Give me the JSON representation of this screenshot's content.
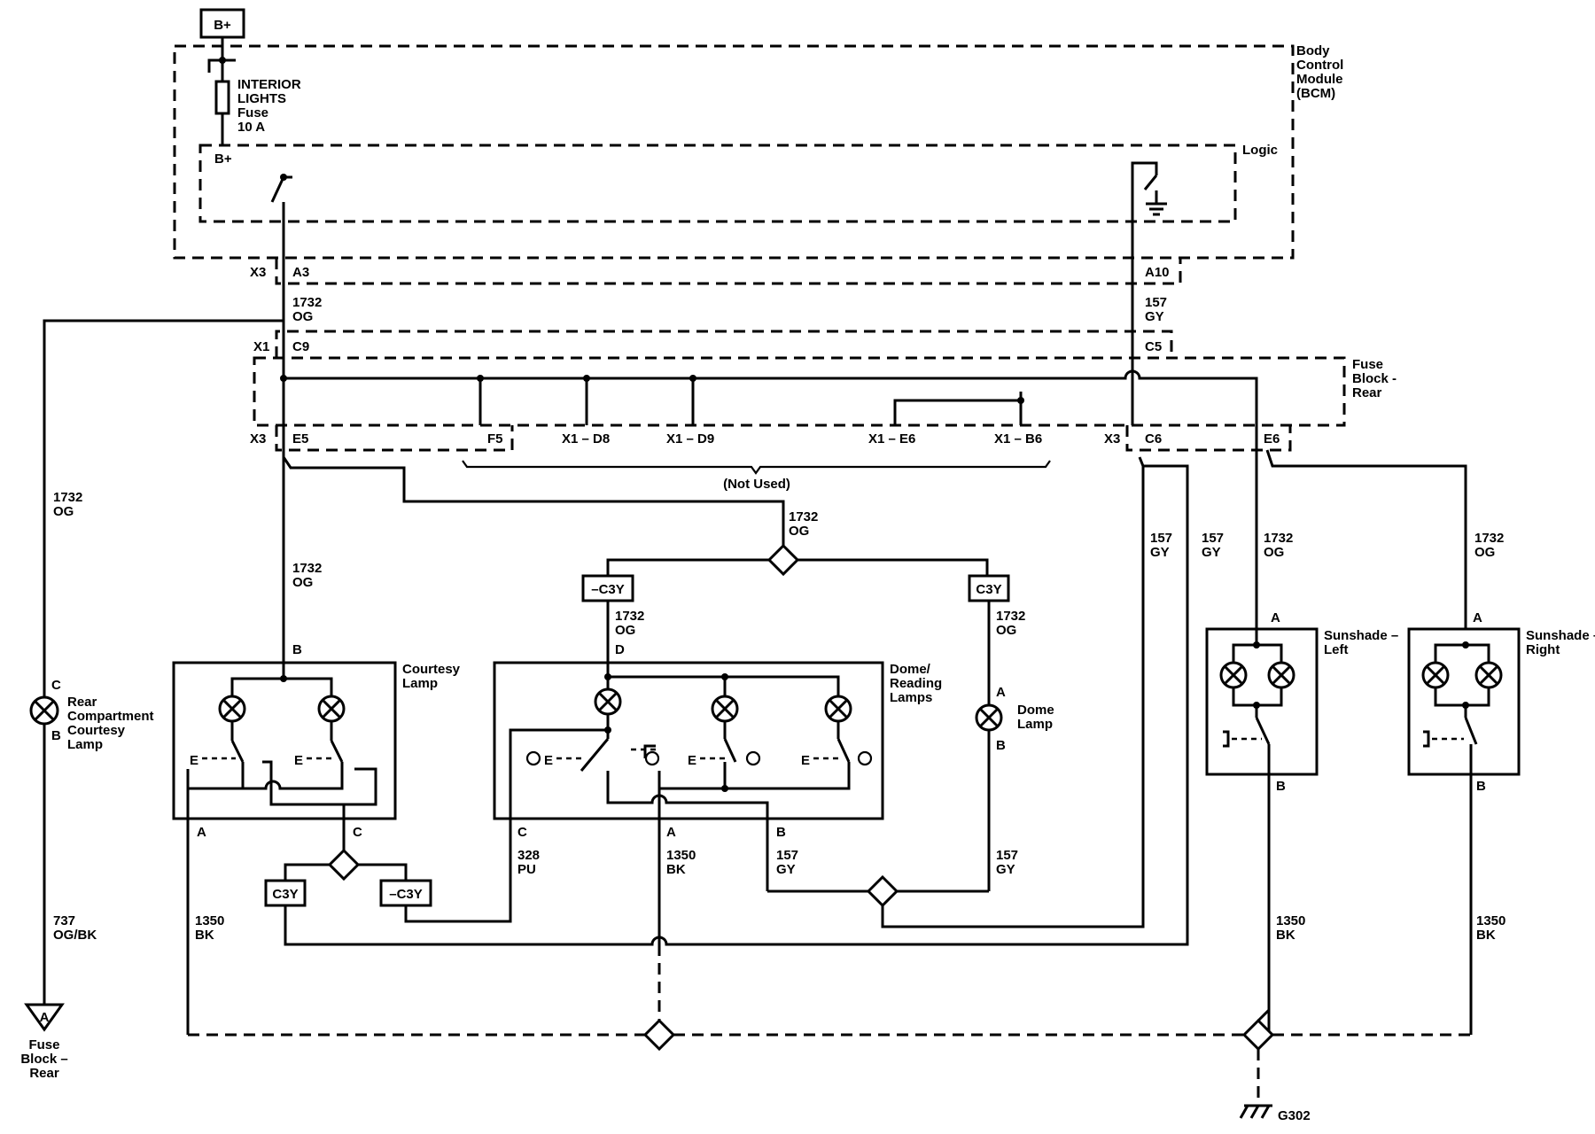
{
  "power": {
    "b_plus_box": "B+",
    "b_plus_inner": "B+"
  },
  "fuse": {
    "line1": "INTERIOR",
    "line2": "LIGHTS",
    "line3": "Fuse",
    "rating": "10 A"
  },
  "bcm": {
    "line1": "Body",
    "line2": "Control",
    "line3": "Module",
    "line4": "(BCM)",
    "logic": "Logic"
  },
  "fuse_block": {
    "line1": "Fuse",
    "line2": "Block -",
    "line3": "Rear"
  },
  "connectors": {
    "x3_a": "X3",
    "a3": "A3",
    "a10": "A10",
    "x1": "X1",
    "c9": "C9",
    "c5": "C5",
    "x3_b": "X3",
    "e5": "E5",
    "f5": "F5",
    "x1_d8": "X1 – D8",
    "x1_d9": "X1 – D9",
    "x1_e6": "X1 – E6",
    "x1_b6": "X1 – B6",
    "x3_c": "X3",
    "c6": "C6",
    "e6": "E6",
    "not_used": "(Not Used)"
  },
  "wires": {
    "w1732": "1732",
    "og": "OG",
    "w157": "157",
    "gy": "GY",
    "w1350": "1350",
    "bk": "BK",
    "w328": "328",
    "pu": "PU",
    "w737": "737",
    "ogbk": "OG/BK"
  },
  "options": {
    "minus_c3y": "–C3Y",
    "c3y": "C3Y"
  },
  "components": {
    "courtesy": {
      "line1": "Courtesy",
      "line2": "Lamp"
    },
    "dome_reading": {
      "line1": "Dome/",
      "line2": "Reading",
      "line3": "Lamps"
    },
    "dome": {
      "line1": "Dome",
      "line2": "Lamp"
    },
    "rear_comp": {
      "line1": "Rear",
      "line2": "Compartment",
      "line3": "Courtesy",
      "line4": "Lamp"
    },
    "sunshade_left": {
      "line1": "Sunshade –",
      "line2": "Left"
    },
    "sunshade_right": {
      "line1": "Sunshade –",
      "line2": "Right"
    }
  },
  "pins": {
    "a": "A",
    "b": "B",
    "c": "C",
    "d": "D",
    "e": "E"
  },
  "terminal": {
    "symbol": "A",
    "line1": "Fuse",
    "line2": "Block –",
    "line3": "Rear"
  },
  "ground": {
    "label": "G302"
  }
}
